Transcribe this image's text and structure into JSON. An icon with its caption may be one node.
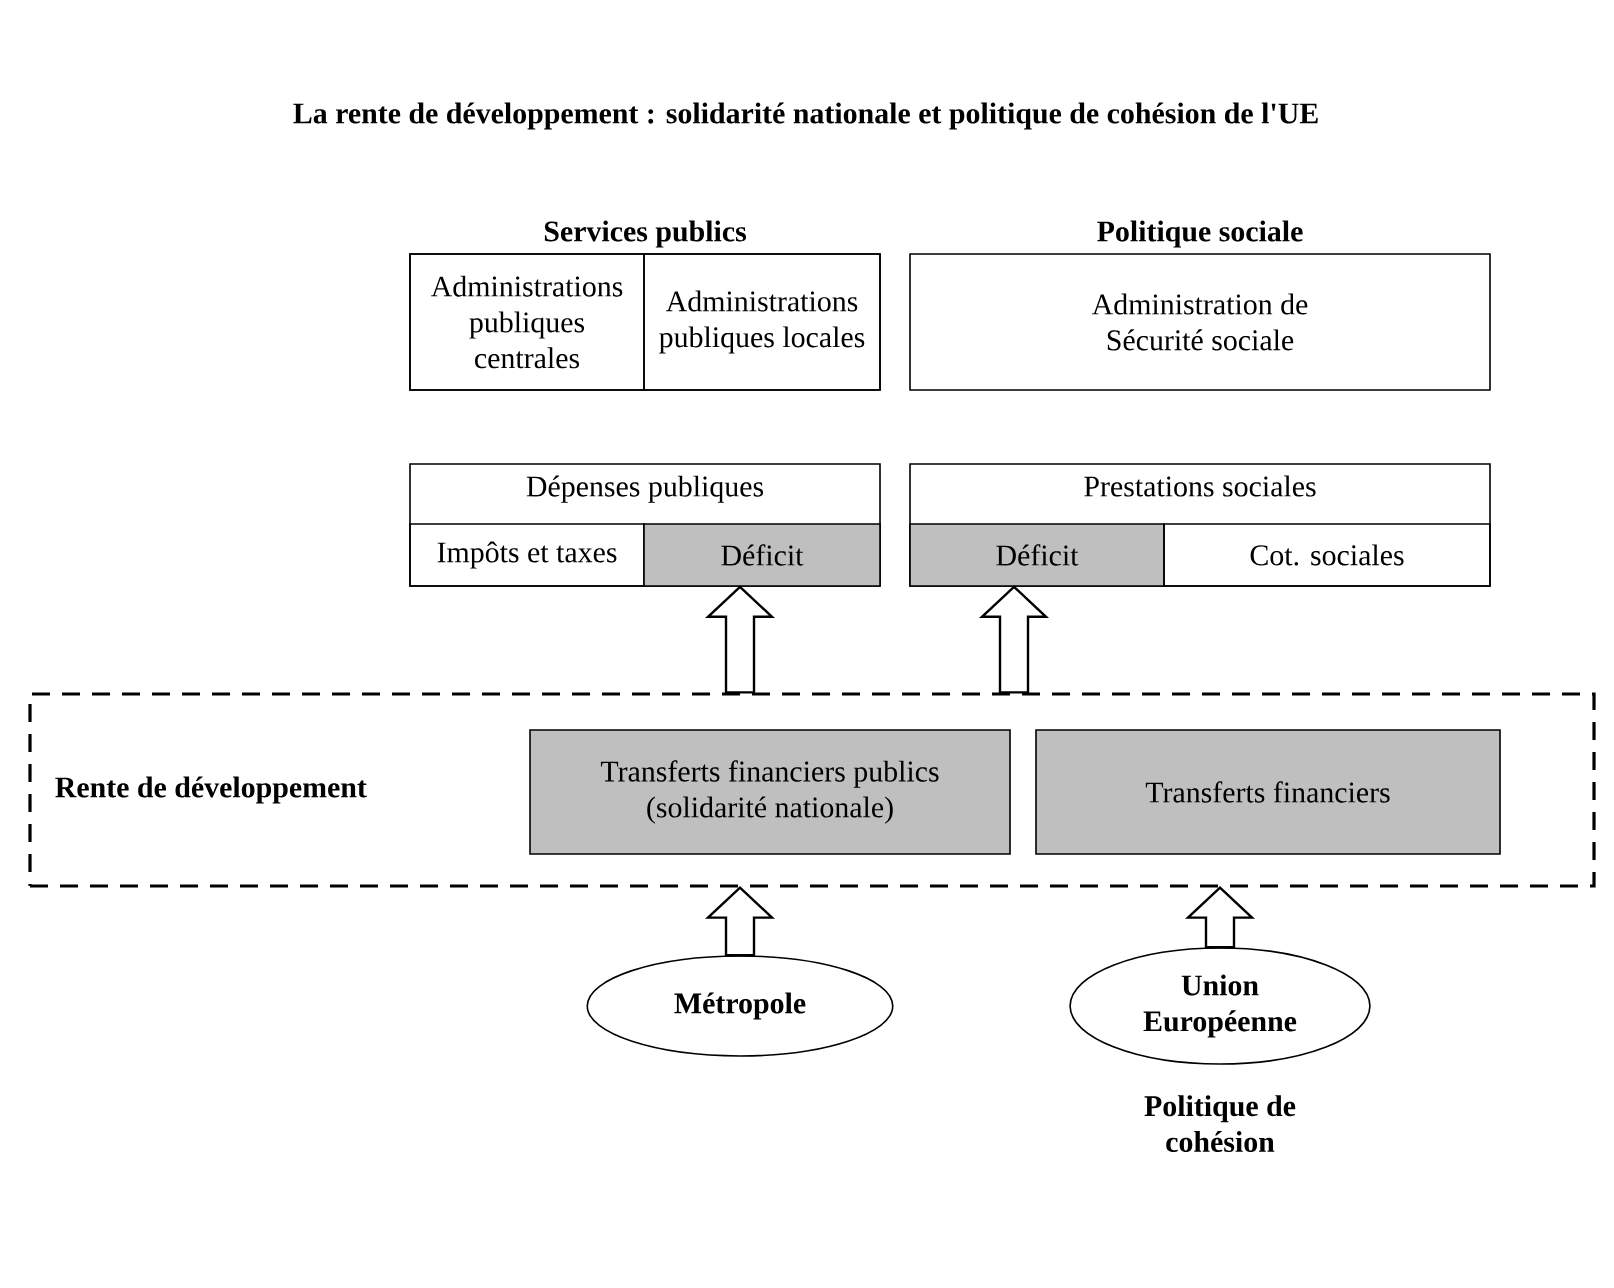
{
  "diagram": {
    "title": "La rente de développement : solidarité nationale et politique  de cohésion de l'UE",
    "nodes": [
      {
        "text": [
          "Services publics"
        ]
      },
      {
        "text": [
          "Administrations publiques centrales"
        ],
        "in": 0
      },
      {
        "text": [
          "Administrations publiques locales"
        ],
        "in": 0
      },
      {
        "text": [
          "Politique sociale",
          "Administration de Sécurité sociale"
        ]
      },
      {
        "text": [
          "Dépenses publiques"
        ]
      },
      {
        "text": [
          "Impôts et taxes"
        ],
        "in": 4
      },
      {
        "text": [
          "Déficit"
        ],
        "in": 4
      },
      {
        "text": [
          "Prestations sociales"
        ]
      },
      {
        "text": [
          "Déficit"
        ],
        "in": 7
      },
      {
        "text": [
          "Cot. sociales"
        ],
        "in": 7
      },
      {
        "text": [
          "Rente de développement"
        ]
      },
      {
        "text": [
          "Transferts financiers publics (solidarité nationale)"
        ],
        "in": 10
      },
      {
        "text": [
          "Transferts financiers"
        ],
        "in": 10
      },
      {
        "text": [
          "Métropole"
        ]
      },
      {
        "text": [
          "Union Européenne"
        ],
        "beside": [
          "Politique de cohésion"
        ]
      }
    ],
    "edges": [
      {
        "from": 10,
        "to": 6,
        "arrow": "to"
      },
      {
        "from": 10,
        "to": 8,
        "arrow": "to"
      },
      {
        "from": 13,
        "to": 10,
        "arrow": "to"
      },
      {
        "from": 14,
        "to": 10,
        "arrow": "to"
      }
    ]
  }
}
